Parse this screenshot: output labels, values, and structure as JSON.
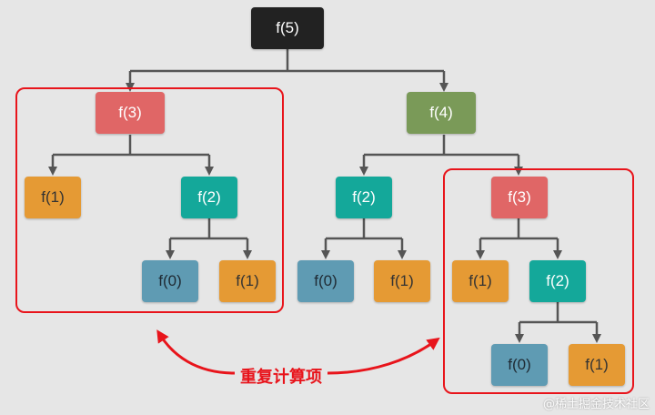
{
  "nodes": {
    "root": "f(5)",
    "l": "f(3)",
    "ll": "f(1)",
    "lr": "f(2)",
    "lrl": "f(0)",
    "lrr": "f(1)",
    "r": "f(4)",
    "rl": "f(2)",
    "rll": "f(0)",
    "rlr": "f(1)",
    "rr": "f(3)",
    "rrl": "f(1)",
    "rrr": "f(2)",
    "rrrl": "f(0)",
    "rrrr": "f(1)"
  },
  "annotation": "重复计算项",
  "watermark": "@稀土掘金技术社区",
  "colors": {
    "root": "#222222",
    "f3": "#e06666",
    "f4": "#7a9a58",
    "f2": "#14a89a",
    "f1": "#e59a34",
    "f0": "#5f9bb3",
    "highlight": "#e8141b",
    "connector": "#555555"
  }
}
